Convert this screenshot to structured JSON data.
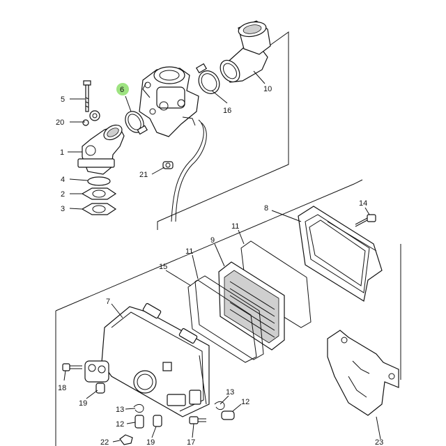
{
  "diagram": {
    "highlight_color": "#7ed957",
    "line_color": "#111111",
    "background": "#ffffff",
    "callouts": {
      "c1": "1",
      "c2": "2",
      "c3": "3",
      "c4": "4",
      "c5": "5",
      "c6": "6",
      "c7": "7",
      "c8": "8",
      "c9": "9",
      "c10": "10",
      "c11a": "11",
      "c11b": "11",
      "c12a": "12",
      "c12b": "12",
      "c13a": "13",
      "c13b": "13",
      "c14": "14",
      "c15": "15",
      "c16": "16",
      "c17": "17",
      "c18": "18",
      "c19a": "19",
      "c19b": "19",
      "c20": "20",
      "c21": "21",
      "c22": "22",
      "c23": "23"
    }
  }
}
